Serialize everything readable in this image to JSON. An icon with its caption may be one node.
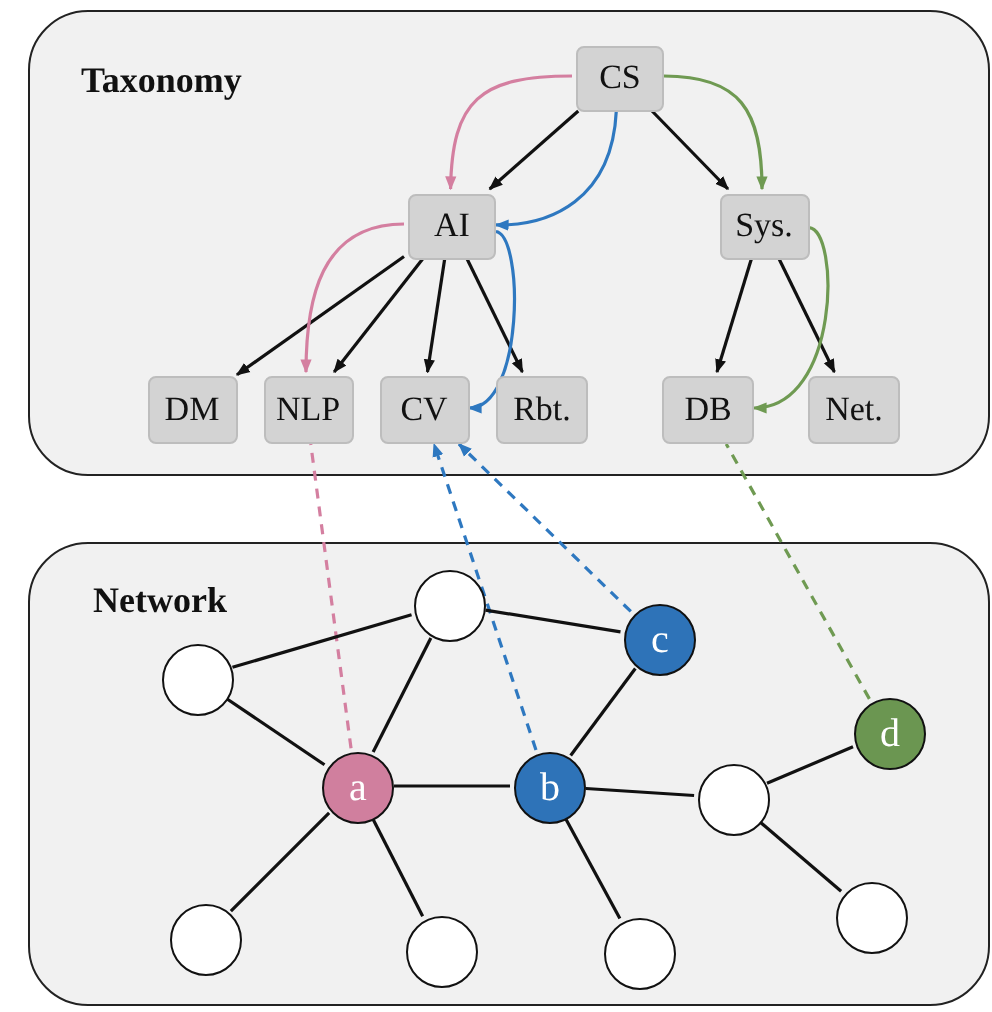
{
  "diagram": {
    "nodes": [
      {
        "text": [
          "Taxonomy"
        ]
      },
      {
        "text": [
          "CS"
        ],
        "in": 0
      },
      {
        "text": [
          "AI"
        ],
        "in": 0
      },
      {
        "text": [
          "Sys."
        ],
        "in": 0
      },
      {
        "text": [
          "DM"
        ],
        "in": 0
      },
      {
        "text": [
          "NLP"
        ],
        "in": 0
      },
      {
        "text": [
          "CV"
        ],
        "in": 0
      },
      {
        "text": [
          "Rbt."
        ],
        "in": 0
      },
      {
        "text": [
          "DB"
        ],
        "in": 0
      },
      {
        "text": [
          "Net."
        ],
        "in": 0
      },
      {
        "text": [
          "Network"
        ]
      },
      {
        "text": [],
        "shape": "circle",
        "in": 10
      },
      {
        "text": [
          "c"
        ],
        "in": 10
      },
      {
        "text": [],
        "shape": "circle",
        "in": 10
      },
      {
        "text": [
          "d"
        ],
        "in": 10
      },
      {
        "text": [
          "a"
        ],
        "in": 10
      },
      {
        "text": [
          "b"
        ],
        "in": 10
      },
      {
        "text": [],
        "shape": "circle",
        "in": 10
      },
      {
        "text": [],
        "shape": "circle",
        "in": 10
      },
      {
        "text": [],
        "shape": "circle",
        "in": 10
      },
      {
        "text": [],
        "shape": "circle",
        "in": 10
      },
      {
        "text": [],
        "shape": "circle",
        "in": 10
      }
    ],
    "edges": [
      {
        "from": 1,
        "to": 2,
        "arrow": "to"
      },
      {
        "from": 1,
        "to": 3,
        "arrow": "to"
      },
      {
        "from": 2,
        "to": 4,
        "arrow": "to"
      },
      {
        "from": 2,
        "to": 5,
        "arrow": "to"
      },
      {
        "from": 2,
        "to": 6,
        "arrow": "to"
      },
      {
        "from": 2,
        "to": 7,
        "arrow": "to"
      },
      {
        "from": 3,
        "to": 8,
        "arrow": "to"
      },
      {
        "from": 3,
        "to": 9,
        "arrow": "to"
      },
      {
        "from": 1,
        "to": 2,
        "arrow": "to",
        "color": "#d47fa0"
      },
      {
        "from": 2,
        "to": 5,
        "arrow": "to",
        "color": "#d47fa0"
      },
      {
        "from": 1,
        "to": 2,
        "arrow": "to",
        "color": "#2e78c0"
      },
      {
        "from": 2,
        "to": 6,
        "arrow": "to",
        "color": "#2e78c0"
      },
      {
        "from": 1,
        "to": 3,
        "arrow": "to",
        "color": "#6f9a52"
      },
      {
        "from": 3,
        "to": 8,
        "arrow": "to",
        "color": "#6f9a52"
      },
      {
        "from": 15,
        "to": 5,
        "arrow": "none",
        "style": "dashed",
        "color": "#d47fa0"
      },
      {
        "from": 16,
        "to": 6,
        "arrow": "to",
        "style": "dashed",
        "color": "#2e78c0"
      },
      {
        "from": 12,
        "to": 6,
        "arrow": "to",
        "style": "dashed",
        "color": "#2e78c0"
      },
      {
        "from": 14,
        "to": 8,
        "arrow": "none",
        "style": "dashed",
        "color": "#6f9a52"
      },
      {
        "from": 13,
        "to": 11,
        "arrow": "none"
      },
      {
        "from": 11,
        "to": 12,
        "arrow": "none"
      },
      {
        "from": 13,
        "to": 15,
        "arrow": "none"
      },
      {
        "from": 11,
        "to": 15,
        "arrow": "none"
      },
      {
        "from": 15,
        "to": 16,
        "arrow": "none"
      },
      {
        "from": 16,
        "to": 12,
        "arrow": "none"
      },
      {
        "from": 16,
        "to": 17,
        "arrow": "none"
      },
      {
        "from": 17,
        "to": 14,
        "arrow": "none"
      },
      {
        "from": 15,
        "to": 19,
        "arrow": "none"
      },
      {
        "from": 15,
        "to": 20,
        "arrow": "none"
      },
      {
        "from": 16,
        "to": 21,
        "arrow": "none"
      },
      {
        "from": 17,
        "to": 18,
        "arrow": "none"
      }
    ]
  }
}
